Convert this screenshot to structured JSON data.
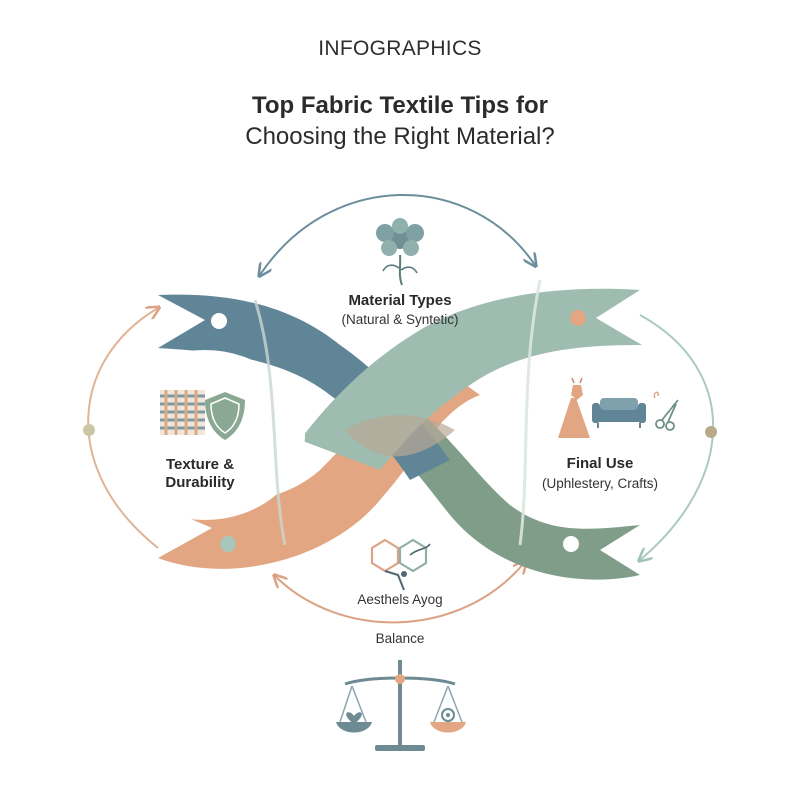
{
  "header": {
    "label": "INFOGRAPHICS"
  },
  "title": {
    "line1": "Top Fabric Textile Tips for",
    "line2": "Choosing the Right Material?"
  },
  "nodes": {
    "material": {
      "title": "Material Types",
      "subtitle": "(Natural & Syntetic)",
      "icon": "cotton-plant-icon"
    },
    "texture": {
      "title_line1": "Texture &",
      "title_line2": "Durability",
      "icon": "weave-shield-icon"
    },
    "final_use": {
      "title": "Final Use",
      "subtitle": "(Uphlestery, Crafts)",
      "icon": "dress-sofa-scissors-icon"
    },
    "aesthetics": {
      "title": "Aesthels Ayog",
      "icon": "hexagon-link-icon"
    },
    "balance": {
      "title": "Balance",
      "icon": "balance-scale-icon"
    }
  },
  "colors": {
    "slate_blue": "#5f8597",
    "sage": "#9ebcb0",
    "peach": "#e3a682",
    "olive_sage": "#7f9d89",
    "text": "#2b2b2b"
  }
}
